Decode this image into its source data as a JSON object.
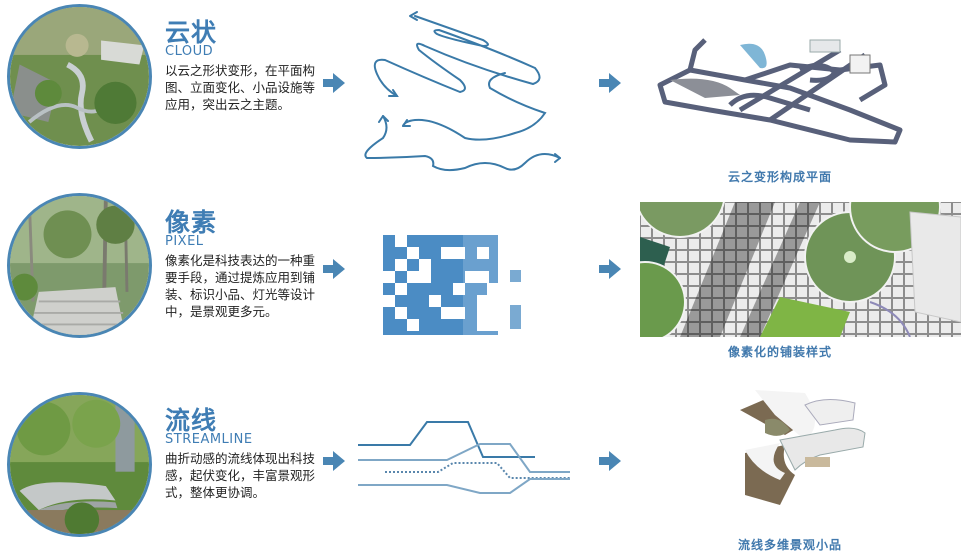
{
  "colors": {
    "accent": "#3f7db4",
    "arrow": "#4a86b4",
    "line_dark": "#3a7aa8",
    "line_light": "#7fa7c6",
    "pixel": "#4b8cc4"
  },
  "rows": [
    {
      "id": "cloud",
      "title_cn": "云状",
      "title_en": "CLOUD",
      "description": "以云之形状变形，在平面构图、立面变化、小品设施等应用，突出云之主题。",
      "diagram": "wavy-line-arrows",
      "result_caption": "云之变形构成平面",
      "photo": "aerial-park-view",
      "result_image": "cloud-plan-3d-model"
    },
    {
      "id": "pixel",
      "title_cn": "像素",
      "title_en": "PIXEL",
      "description": "像素化是科技表达的一种重要手段，通过提炼应用到铺装、标识小品、灯光等设计中，是景观更多元。",
      "diagram": "pixel-grid",
      "result_caption": "像素化的铺装样式",
      "photo": "steps-under-trees",
      "result_image": "pixel-paving-plan"
    },
    {
      "id": "streamline",
      "title_cn": "流线",
      "title_en": "STREAMLINE",
      "description": "曲折动感的流线体现出科技感，起伏变化，丰富景观形式，整体更协调。",
      "diagram": "streamline-lines",
      "result_caption": "流线多维景观小品",
      "photo": "curved-bench-garden",
      "result_image": "streamline-pavilion-model"
    }
  ],
  "icons": {
    "flow_arrow": "right-arrow-icon"
  }
}
